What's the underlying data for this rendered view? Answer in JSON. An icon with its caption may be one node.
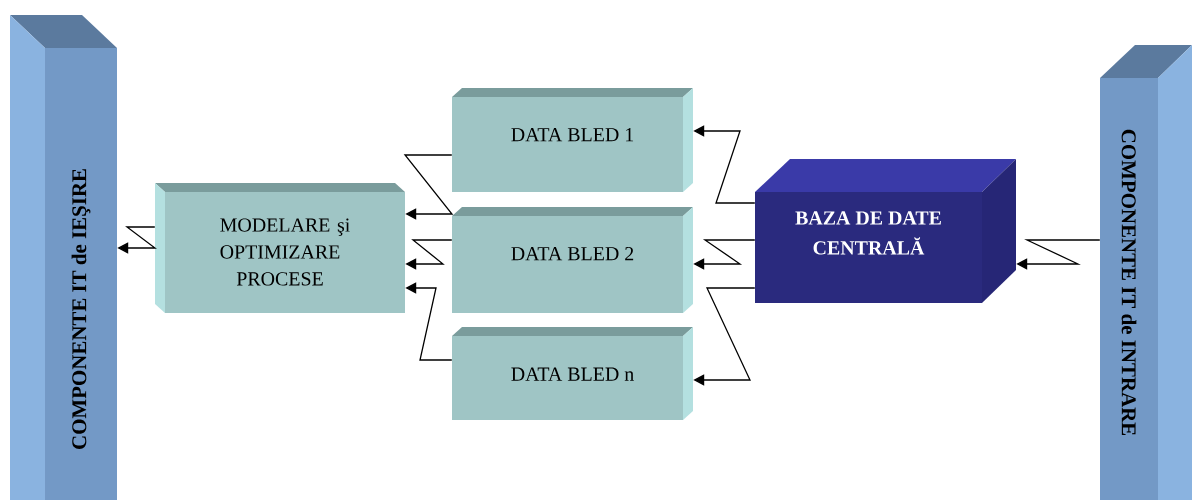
{
  "diagram": {
    "nodes": [
      {
        "text": [
          "COMPONENTE IT de IEŞIRE"
        ]
      },
      {
        "text": [
          "MODELARE şi OPTIMIZARE PROCESE"
        ]
      },
      {
        "text": [
          "DATA BLED 1"
        ]
      },
      {
        "text": [
          "DATA BLED 2"
        ]
      },
      {
        "text": [
          "DATA BLED n"
        ]
      },
      {
        "text": [
          "BAZA DE DATE CENTRALĂ"
        ]
      },
      {
        "text": [
          "COMPONENTE IT de INTRARE"
        ]
      }
    ],
    "edges": [
      {
        "from": 1,
        "to": 0,
        "arrow": "to"
      },
      {
        "from": 2,
        "to": 1,
        "arrow": "to"
      },
      {
        "from": 3,
        "to": 1,
        "arrow": "to"
      },
      {
        "from": 4,
        "to": 1,
        "arrow": "to"
      },
      {
        "from": 5,
        "to": 2,
        "arrow": "to"
      },
      {
        "from": 5,
        "to": 3,
        "arrow": "to"
      },
      {
        "from": 5,
        "to": 4,
        "arrow": "to"
      },
      {
        "from": 6,
        "to": 5,
        "arrow": "to"
      }
    ]
  }
}
